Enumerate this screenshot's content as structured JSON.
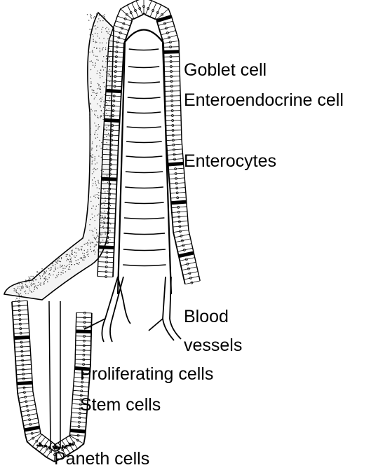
{
  "figure": {
    "labels": {
      "goblet": "Goblet cell",
      "enteroendocrine": "Enteroendocrine cell",
      "enterocytes": "Enterocytes",
      "blood_line1": "Blood",
      "blood_line2": "vessels",
      "proliferating": "Proliferating cells",
      "stem": "Stem cells",
      "paneth": "Paneth cells"
    },
    "colors": {
      "ink": "#000000",
      "stipple": "#444444",
      "cell_fill": "#ffffff"
    }
  }
}
